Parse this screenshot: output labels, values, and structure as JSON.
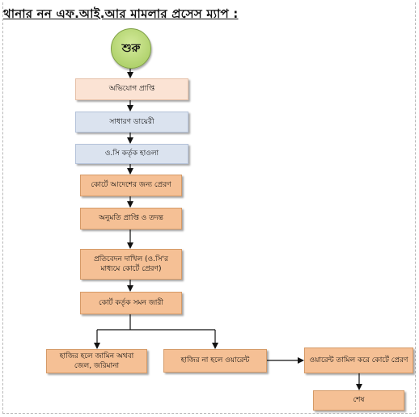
{
  "title": "থানার নন এফ.আই.আর মামলার প্রসেস ম্যাপ  :",
  "start": "শুরু",
  "steps": [
    "অভিযোগ প্রাপ্তি",
    "সাধারণ ডায়েরী",
    "ও.সি কর্তৃক হাওলা",
    "কোর্টে আদেশের জন্য প্রেরণ",
    "অনুমতি প্রাপ্তি ও তদন্ত",
    "প্রতিবেদন দাখিল (ও.সি'র মাধ্যমে কোর্টে প্রেরণ)",
    "কোর্ট কর্তৃক সমন জারী"
  ],
  "branches": {
    "present": "হাজির হলে জামিন অথবা জেল, জরিমানা",
    "absent": "হাজির না হলে ওয়ারেন্ট",
    "warrant": "ওয়ারেন্ট তামিল করে কোর্টে প্রেরণ",
    "end": "শেষ"
  },
  "colors": {
    "start_fill": "#a3c95b",
    "light_pink": "#fbe3d4",
    "light_blue": "#dbe3ef",
    "orange": "#f5c095"
  }
}
